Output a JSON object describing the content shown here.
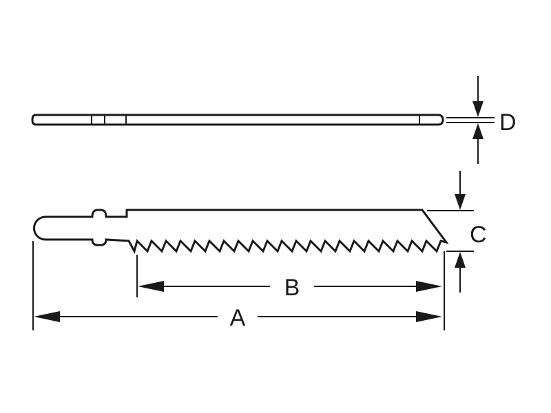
{
  "diagram": {
    "labels": {
      "a": "A",
      "b": "B",
      "c": "C",
      "d": "D"
    },
    "colors": {
      "line": "#1a1a1a",
      "background": "#ffffff"
    }
  }
}
